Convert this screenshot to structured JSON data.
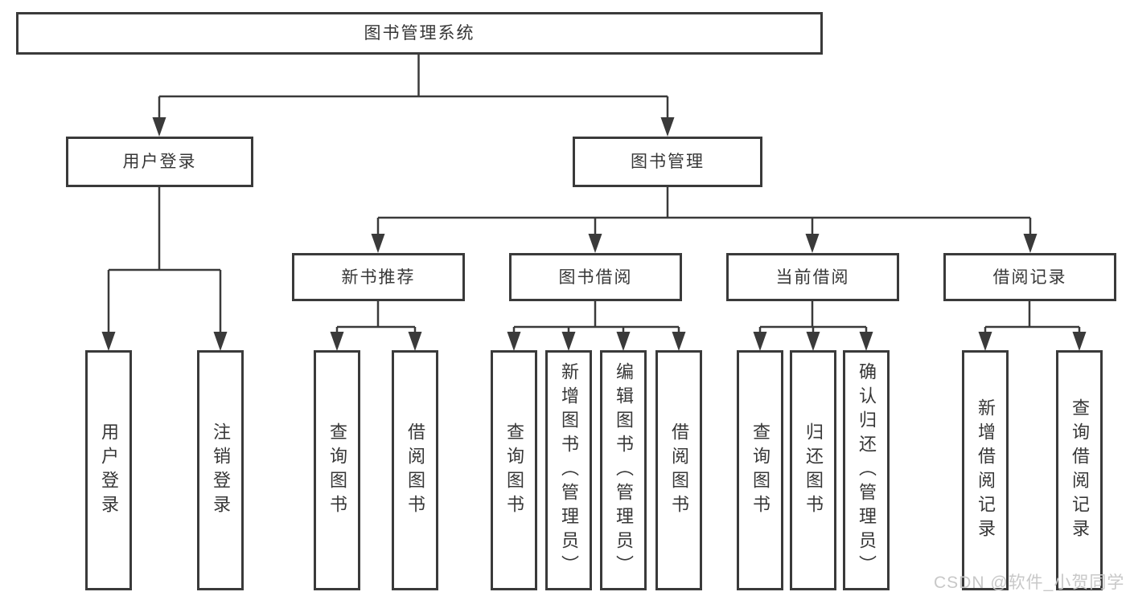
{
  "diagram": {
    "root": {
      "label": "图书管理系统"
    },
    "branches": [
      {
        "label": "用户登录",
        "children": [
          "用户登录",
          "注销登录"
        ]
      },
      {
        "label": "图书管理",
        "sections": [
          {
            "label": "新书推荐",
            "children": [
              "查询图书",
              "借阅图书"
            ]
          },
          {
            "label": "图书借阅",
            "children": [
              "查询图书",
              "新增图书（管理员）",
              "编辑图书（管理员）",
              "借阅图书"
            ]
          },
          {
            "label": "当前借阅",
            "children": [
              "查询图书",
              "归还图书",
              "确认归还（管理员）"
            ]
          },
          {
            "label": "借阅记录",
            "children": [
              "新增借阅记录",
              "查询借阅记录"
            ]
          }
        ]
      }
    ]
  },
  "watermark": {
    "text": "CSDN @软件_小贺同学"
  },
  "colors": {
    "line": "#3a3a3a",
    "text": "#373737",
    "background": "#ffffff",
    "watermark": "#c8c8c8"
  }
}
